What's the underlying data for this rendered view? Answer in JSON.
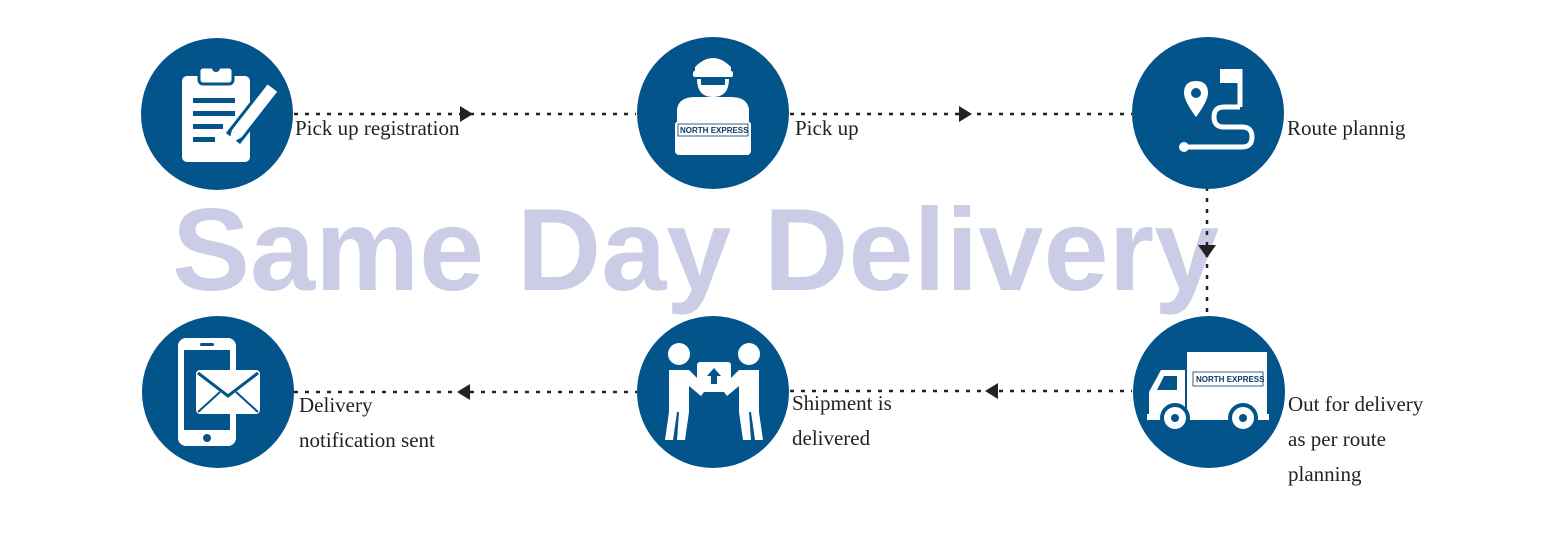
{
  "diagram": {
    "watermark": "Same Day Delivery",
    "colors": {
      "circle": "#03548a",
      "icon": "#ffffff",
      "watermark": "#cbcde6",
      "connector": "#222222",
      "text": "#222222"
    },
    "steps": [
      {
        "id": "registration",
        "icon": "clipboard-pencil-icon",
        "lines": [
          "Pick up registration"
        ]
      },
      {
        "id": "pickup",
        "icon": "courier-icon",
        "lines": [
          "Pick up"
        ],
        "logo": [
          "NORTH",
          "EXPRESS"
        ]
      },
      {
        "id": "route",
        "icon": "route-map-icon",
        "lines": [
          "Route plannig"
        ]
      },
      {
        "id": "out-for-delivery",
        "icon": "delivery-truck-icon",
        "lines": [
          "Out for delivery",
          "as per route",
          "planning"
        ],
        "logo": [
          "NORTH",
          "EXPRESS"
        ]
      },
      {
        "id": "delivered",
        "icon": "package-handover-icon",
        "lines": [
          "Shipment is",
          "delivered"
        ]
      },
      {
        "id": "notification",
        "icon": "phone-envelope-icon",
        "lines": [
          "Delivery",
          "notification sent"
        ]
      }
    ],
    "connections": [
      {
        "from": "registration",
        "to": "pickup"
      },
      {
        "from": "pickup",
        "to": "route"
      },
      {
        "from": "route",
        "to": "out-for-delivery"
      },
      {
        "from": "out-for-delivery",
        "to": "delivered"
      },
      {
        "from": "delivered",
        "to": "notification"
      }
    ]
  }
}
